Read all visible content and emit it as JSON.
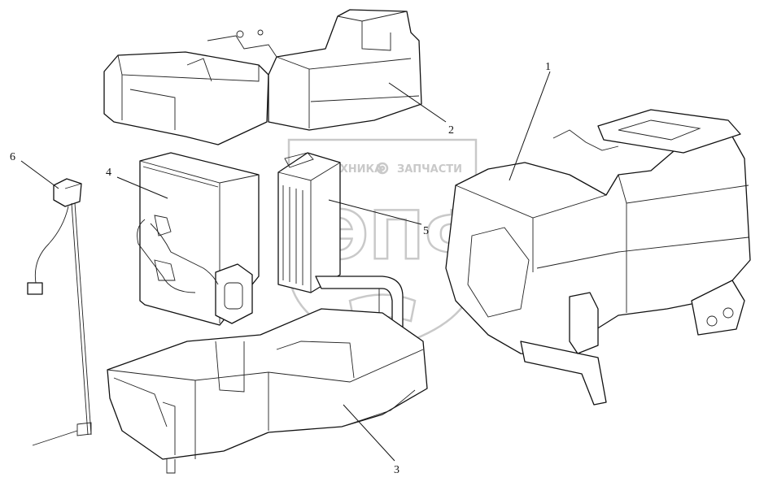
{
  "watermark": {
    "top_text": "ТЕХНИКА",
    "top_text_right": "ЗАПЧАСТИ",
    "big_text": "ЭПФ",
    "icon": "gear-icon"
  },
  "callouts": [
    "1",
    "2",
    "3",
    "4",
    "5",
    "6"
  ],
  "colors": {
    "line": "#111111",
    "watermark": "#c9c9c9",
    "background": "#ffffff"
  }
}
